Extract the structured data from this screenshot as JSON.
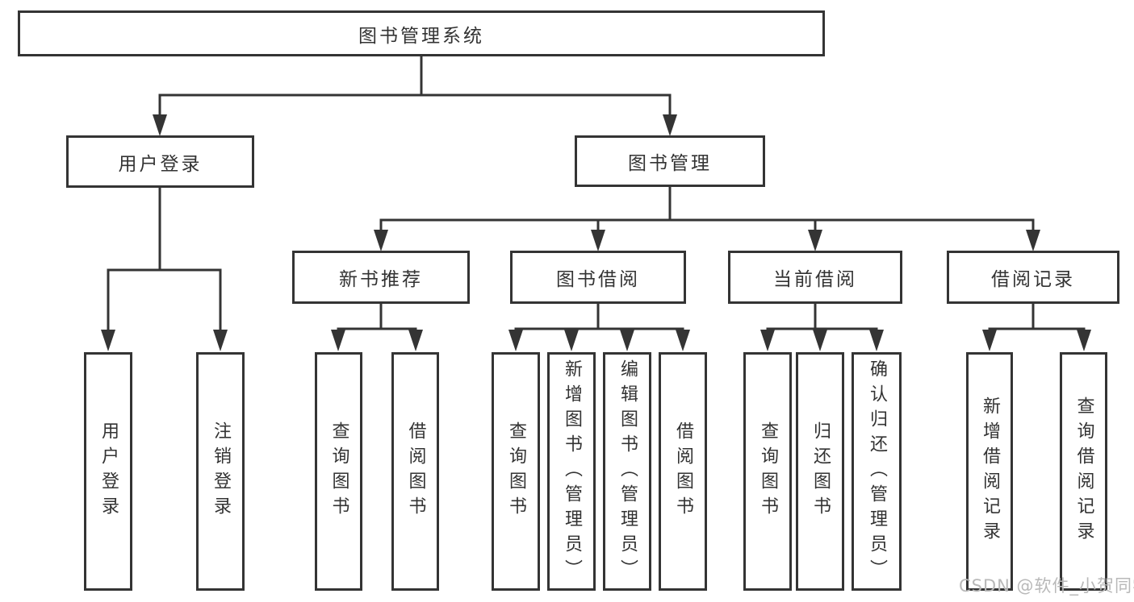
{
  "diagram": {
    "type": "tree-structure-chart",
    "nodes": {
      "root": "图书管理系统",
      "login_group": "用户登录",
      "mgmt_group": "图书管理",
      "new_book_rec": "新书推荐",
      "book_borrow": "图书借阅",
      "current_borrow": "当前借阅",
      "borrow_records": "借阅记录",
      "user_login": "用户登录",
      "logout": "注销登录",
      "nb_query": "查询图书",
      "nb_borrow": "借阅图书",
      "bb_query": "查询图书",
      "bb_add": "新增图书（管理员）",
      "bb_edit": "编辑图书（管理员）",
      "bb_borrow": "借阅图书",
      "cb_query": "查询图书",
      "cb_return": "归还图书",
      "cb_confirm": "确认归还（管理员）",
      "br_add": "新增借阅记录",
      "br_query": "查询借阅记录"
    },
    "hierarchy": {
      "图书管理系统": {
        "用户登录": [
          "用户登录",
          "注销登录"
        ],
        "图书管理": {
          "新书推荐": [
            "查询图书",
            "借阅图书"
          ],
          "图书借阅": [
            "查询图书",
            "新增图书（管理员）",
            "编辑图书（管理员）",
            "借阅图书"
          ],
          "当前借阅": [
            "查询图书",
            "归还图书",
            "确认归还（管理员）"
          ],
          "借阅记录": [
            "新增借阅记录",
            "查询借阅记录"
          ]
        }
      }
    },
    "colors": {
      "line": "#343434",
      "box_border": "#343434",
      "box_fill": "#ffffff",
      "text": "#333333",
      "background": "#ffffff",
      "watermark": "#b9b9b9"
    },
    "watermark": "CSDN @软件_小贺同学"
  }
}
